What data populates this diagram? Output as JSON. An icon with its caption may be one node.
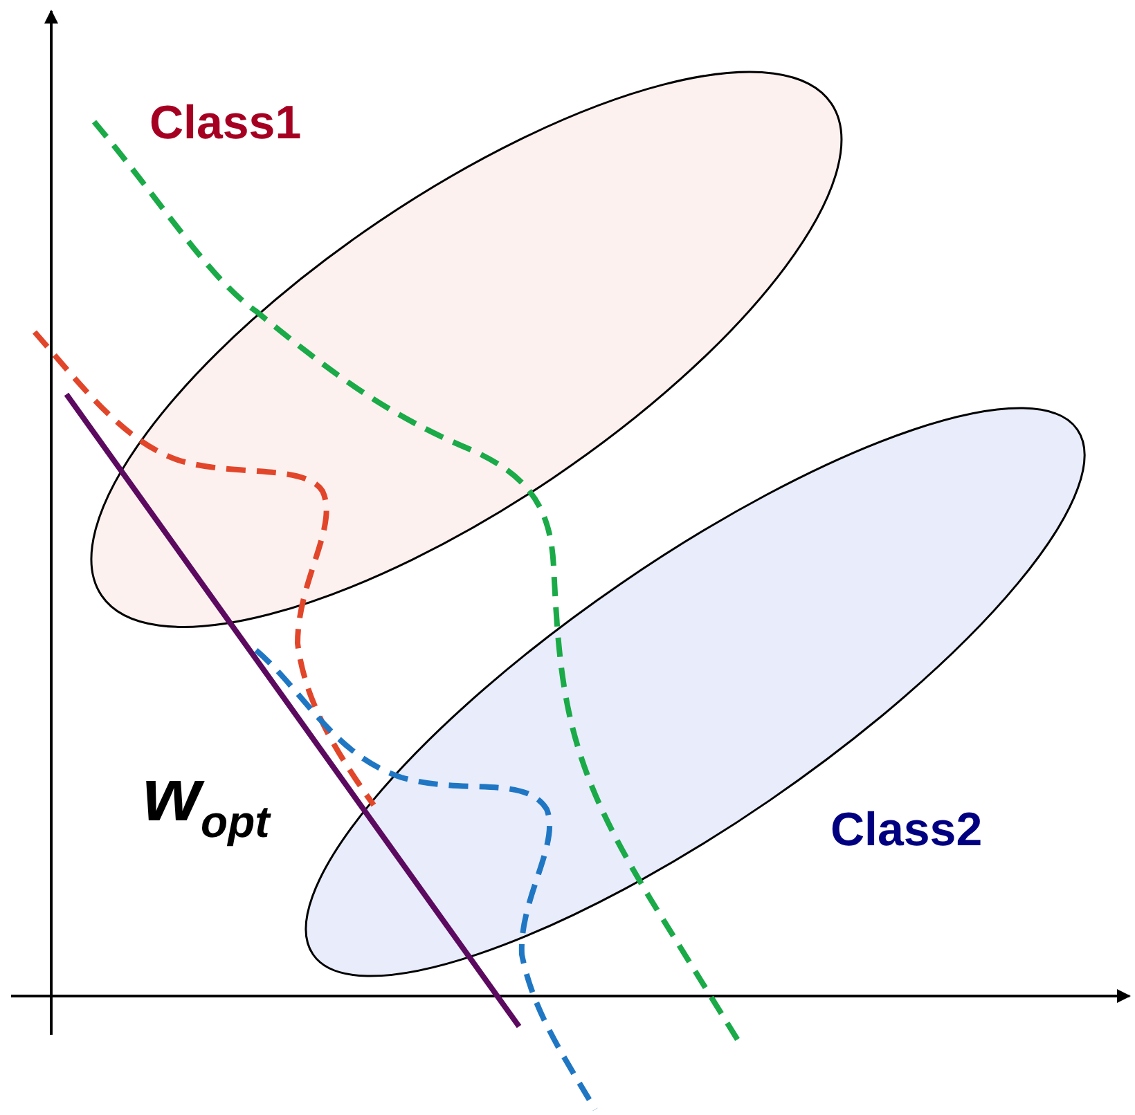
{
  "diagram": {
    "nodes": [
      {
        "text": [
          "Class1"
        ]
      },
      {
        "text": [
          "Class2"
        ]
      }
    ],
    "labels": [
      "w$_{opt}$"
    ]
  }
}
